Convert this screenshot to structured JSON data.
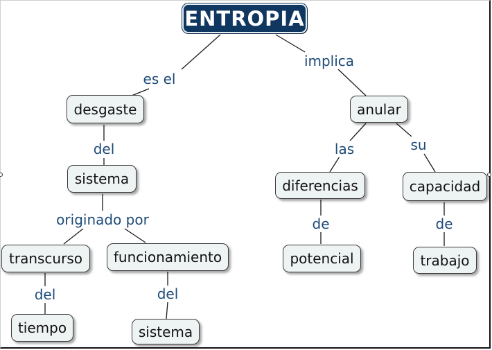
{
  "root": "ENTROPIA",
  "links": {
    "es_el": "es el",
    "implica": "implica",
    "del_1": "del",
    "originado_por": "originado por",
    "del_2": "del",
    "del_3": "del",
    "las": "las",
    "su": "su",
    "de_1": "de",
    "de_2": "de"
  },
  "concepts": {
    "desgaste": "desgaste",
    "sistema_1": "sistema",
    "transcurso": "transcurso",
    "funcionamiento": "funcionamiento",
    "tiempo": "tiempo",
    "sistema_2": "sistema",
    "anular": "anular",
    "diferencias": "diferencias",
    "capacidad": "capacidad",
    "potencial": "potencial",
    "trabajo": "trabajo"
  },
  "colors": {
    "root_fill": "#0f3760",
    "node_fill": "#eef3f3",
    "link_text": "#1c4a78"
  }
}
